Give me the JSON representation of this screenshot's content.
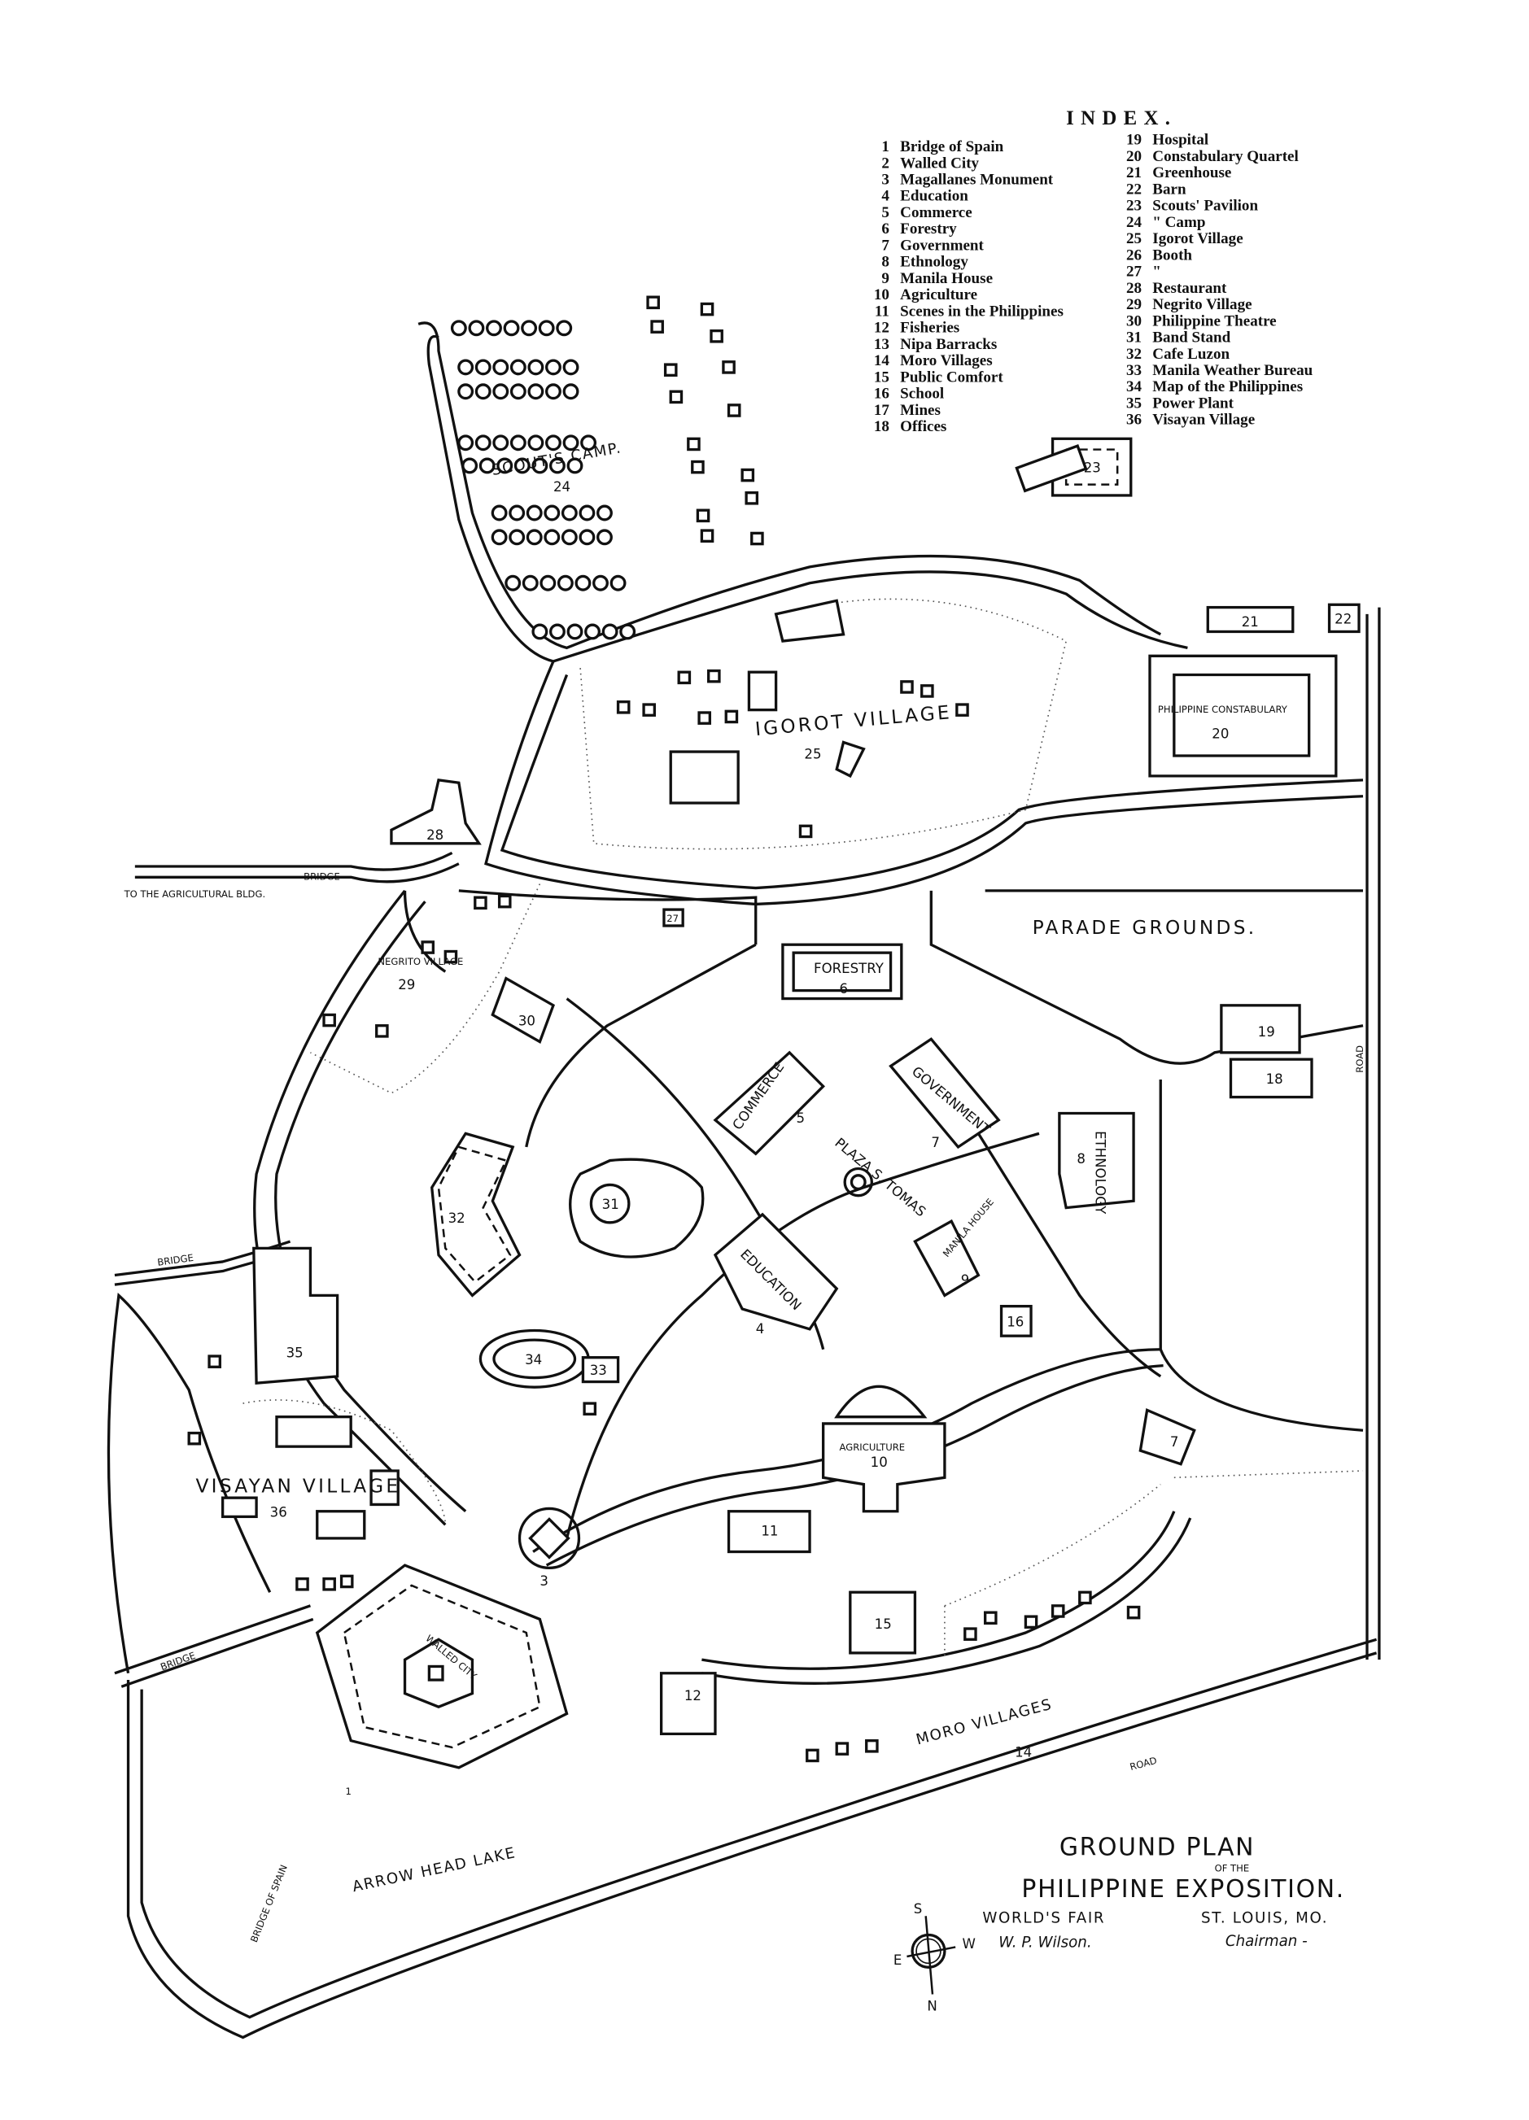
{
  "index": {
    "title": "INDEX.",
    "items": [
      {
        "n": "1",
        "label": "Bridge of Spain"
      },
      {
        "n": "2",
        "label": "Walled City"
      },
      {
        "n": "3",
        "label": "Magallanes Monument"
      },
      {
        "n": "4",
        "label": "Education"
      },
      {
        "n": "5",
        "label": "Commerce"
      },
      {
        "n": "6",
        "label": "Forestry"
      },
      {
        "n": "7",
        "label": "Government"
      },
      {
        "n": "8",
        "label": "Ethnology"
      },
      {
        "n": "9",
        "label": "Manila House"
      },
      {
        "n": "10",
        "label": "Agriculture"
      },
      {
        "n": "11",
        "label": "Scenes in the Philippines"
      },
      {
        "n": "12",
        "label": "Fisheries"
      },
      {
        "n": "13",
        "label": "Nipa Barracks"
      },
      {
        "n": "14",
        "label": "Moro Villages"
      },
      {
        "n": "15",
        "label": "Public Comfort"
      },
      {
        "n": "16",
        "label": "School"
      },
      {
        "n": "17",
        "label": "Mines"
      },
      {
        "n": "18",
        "label": "Offices"
      },
      {
        "n": "19",
        "label": "Hospital"
      },
      {
        "n": "20",
        "label": "Constabulary Quartel"
      },
      {
        "n": "21",
        "label": "Greenhouse"
      },
      {
        "n": "22",
        "label": "Barn"
      },
      {
        "n": "23",
        "label": "Scouts' Pavilion"
      },
      {
        "n": "24",
        "label": "\"      Camp"
      },
      {
        "n": "25",
        "label": "Igorot Village"
      },
      {
        "n": "26",
        "label": "Booth"
      },
      {
        "n": "27",
        "label": "\""
      },
      {
        "n": "28",
        "label": "Restaurant"
      },
      {
        "n": "29",
        "label": "Negrito Village"
      },
      {
        "n": "30",
        "label": "Philippine Theatre"
      },
      {
        "n": "31",
        "label": "Band Stand"
      },
      {
        "n": "32",
        "label": "Cafe Luzon"
      },
      {
        "n": "33",
        "label": "Manila Weather Bureau"
      },
      {
        "n": "34",
        "label": "Map of the Philippines"
      },
      {
        "n": "35",
        "label": "Power Plant"
      },
      {
        "n": "36",
        "label": "Visayan Village"
      }
    ]
  },
  "map": {
    "labels": {
      "scouts_camp": "SCOUT'S CAMP.",
      "n24": "24",
      "igorot": "IGOROT VILLAGE",
      "n25": "25",
      "parade": "PARADE GROUNDS.",
      "forestry": "FORESTRY",
      "n6": "6",
      "government": "GOVERNMENT",
      "n7a": "7",
      "commerce": "COMMERCE",
      "n5": "5",
      "plaza": "PLAZA S. TOMAS",
      "ethnology": "ETHNOLOGY",
      "n8": "8",
      "n19": "19",
      "n18": "18",
      "constabulary": "PHILIPPINE CONSTABULARY",
      "n20": "20",
      "n21": "21",
      "n22": "22",
      "n23": "23",
      "n28": "28",
      "to_agri": "TO THE AGRICULTURAL BLDG.",
      "bridge1": "BRIDGE",
      "negrito": "NEGRITO VILLAGE",
      "n29": "29",
      "n30": "30",
      "n27": "27",
      "n31": "31",
      "n32": "32",
      "education": "EDUCATION",
      "n4": "4",
      "manila_house": "MANILA HOUSE",
      "n9": "9",
      "n16": "16",
      "n34": "34",
      "n33": "33",
      "n35": "35",
      "bridge2": "BRIDGE",
      "agriculture": "AGRICULTURE",
      "n10": "10",
      "n7b": "7",
      "visayan": "VISAYAN VILLAGE",
      "n36": "36",
      "n11": "11",
      "n3": "3",
      "walled_city": "WALLED CITY",
      "n15": "15",
      "n12": "12",
      "moro": "MORO VILLAGES",
      "n14": "14",
      "bridge3": "BRIDGE",
      "road1": "ROAD",
      "road2": "ROAD",
      "arrow_lake": "ARROW HEAD LAKE",
      "bridge_spain": "BRIDGE OF SPAIN",
      "n1": "1"
    },
    "title": {
      "line1": "GROUND PLAN",
      "line2": "OF THE",
      "line3": "PHILIPPINE EXPOSITION.",
      "worlds_fair": "WORLD'S FAIR",
      "location": "ST. LOUIS, MO.",
      "signer": "W. P. Wilson.",
      "role": "Chairman -"
    },
    "compass": {
      "s": "S",
      "n": "N",
      "e": "E",
      "w": "W"
    }
  }
}
